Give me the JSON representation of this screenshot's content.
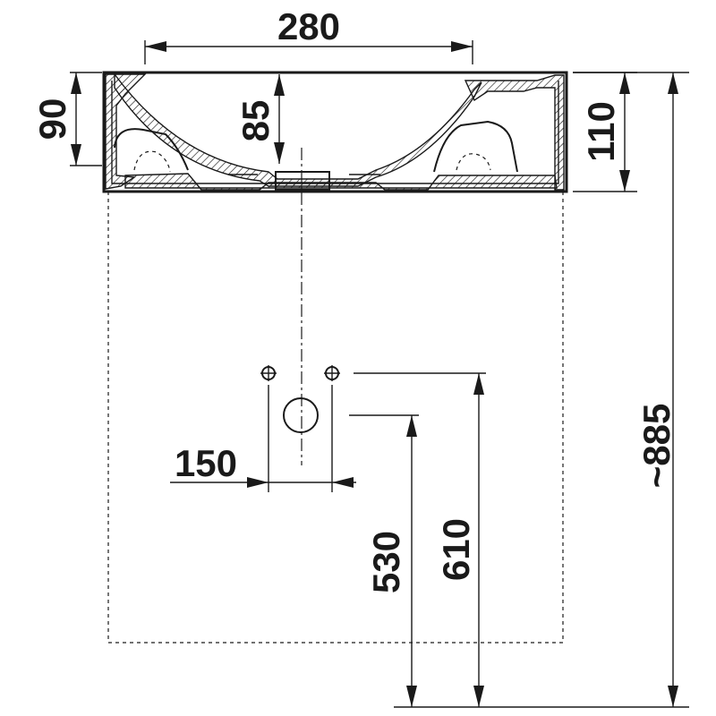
{
  "drawing": {
    "colors": {
      "line": "#1a1a1a",
      "background": "#ffffff",
      "hatch": "#1a1a1a"
    },
    "dimensions": {
      "width_top": "280",
      "height_left": "90",
      "bowl_depth": "85",
      "height_right": "110",
      "total_height": "~885",
      "tap_spacing": "150",
      "outlet_height": "530",
      "tap_height": "610"
    }
  }
}
